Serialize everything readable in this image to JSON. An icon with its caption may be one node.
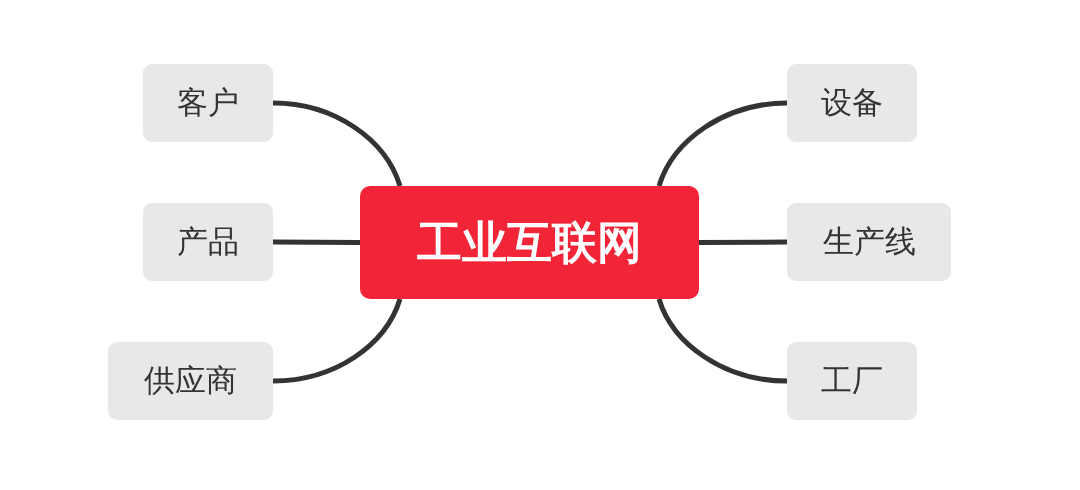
{
  "diagram": {
    "nodes": [
      {
        "text": [
          "工业互联网"
        ]
      },
      {
        "text": [
          "客户"
        ]
      },
      {
        "text": [
          "产品"
        ]
      },
      {
        "text": [
          "供应商"
        ]
      },
      {
        "text": [
          "设备"
        ]
      },
      {
        "text": [
          "生产线"
        ]
      },
      {
        "text": [
          "工厂"
        ]
      }
    ],
    "edges": [
      {
        "from": 0,
        "to": 1,
        "arrow": "none"
      },
      {
        "from": 0,
        "to": 2,
        "arrow": "none"
      },
      {
        "from": 0,
        "to": 3,
        "arrow": "none"
      },
      {
        "from": 0,
        "to": 4,
        "arrow": "none"
      },
      {
        "from": 0,
        "to": 5,
        "arrow": "none"
      },
      {
        "from": 0,
        "to": 6,
        "arrow": "none"
      }
    ]
  }
}
